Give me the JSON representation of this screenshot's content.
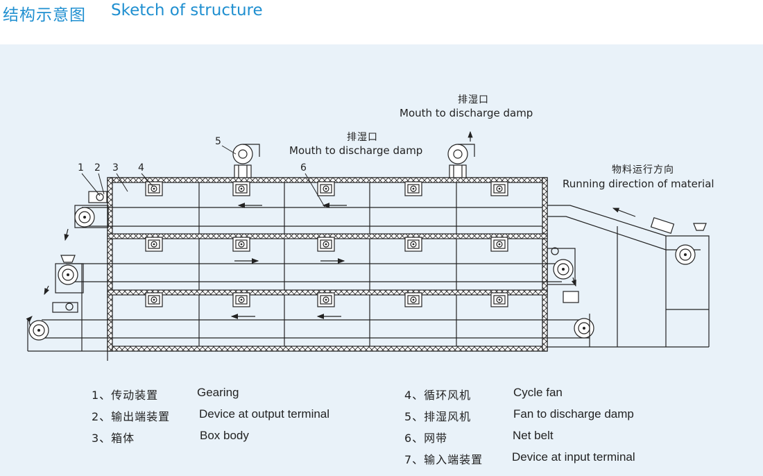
{
  "title": {
    "cn": "结构示意图",
    "en": "Sketch of structure"
  },
  "annotations": {
    "discharge_top": {
      "cn": "排湿口",
      "en": "Mouth to discharge damp"
    },
    "discharge_mid": {
      "cn": "排湿口",
      "en": "Mouth to discharge damp"
    },
    "running_direction": {
      "cn": "物料运行方向",
      "en": "Running direction of material"
    }
  },
  "callouts": [
    "1",
    "2",
    "3",
    "4",
    "5",
    "6"
  ],
  "legend": {
    "left": [
      {
        "cn": "1、传动装置",
        "en": "Gearing"
      },
      {
        "cn": "2、输出端装置",
        "en": "Device at output terminal"
      },
      {
        "cn": "3、箱体",
        "en": "Box body"
      }
    ],
    "right": [
      {
        "cn": "4、循环风机",
        "en": "Cycle fan"
      },
      {
        "cn": "5、排湿风机",
        "en": "Fan to discharge damp"
      },
      {
        "cn": "6、网带",
        "en": "Net belt"
      },
      {
        "cn": "7、输入端装置",
        "en": "Device at input terminal"
      }
    ]
  },
  "colors": {
    "accent": "#1f8fd0",
    "panel": "#e9f2f9",
    "line": "#222222"
  }
}
